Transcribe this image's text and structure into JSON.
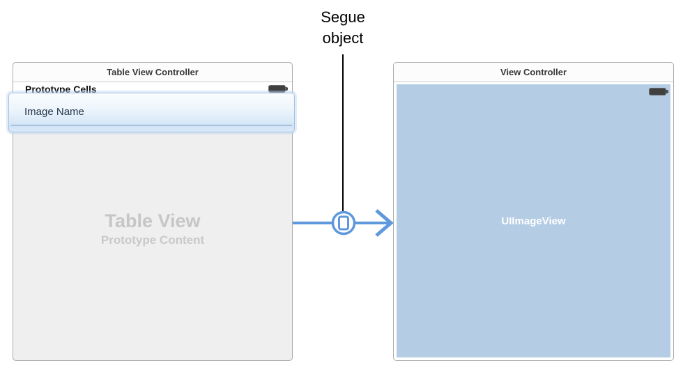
{
  "annotation": {
    "segue_label": "Segue\nobject"
  },
  "left_panel": {
    "title": "Table View Controller",
    "section_label": "Prototype Cells",
    "cell": {
      "label": "Image Name"
    },
    "watermark": {
      "title": "Table View",
      "subtitle": "Prototype Content"
    }
  },
  "right_panel": {
    "title": "View Controller",
    "content_label": "UIImageView"
  },
  "icons": {
    "battery": "battery-icon",
    "segue_object": "segue-object-icon",
    "arrowhead": "arrowhead-icon"
  },
  "colors": {
    "arrow_blue": "#5f98dc",
    "panel_border": "#ababab",
    "panel_header_bg": "#fcfcfc",
    "table_body_gray": "#efefef",
    "image_view_blue": "#b4cce4",
    "cell_border_blue": "#a3c0e0",
    "cell_text": "#24374a",
    "watermark_gray": "#c6c6c6",
    "annotation_black": "#000000",
    "battery_dark": "#3f3f3f"
  }
}
